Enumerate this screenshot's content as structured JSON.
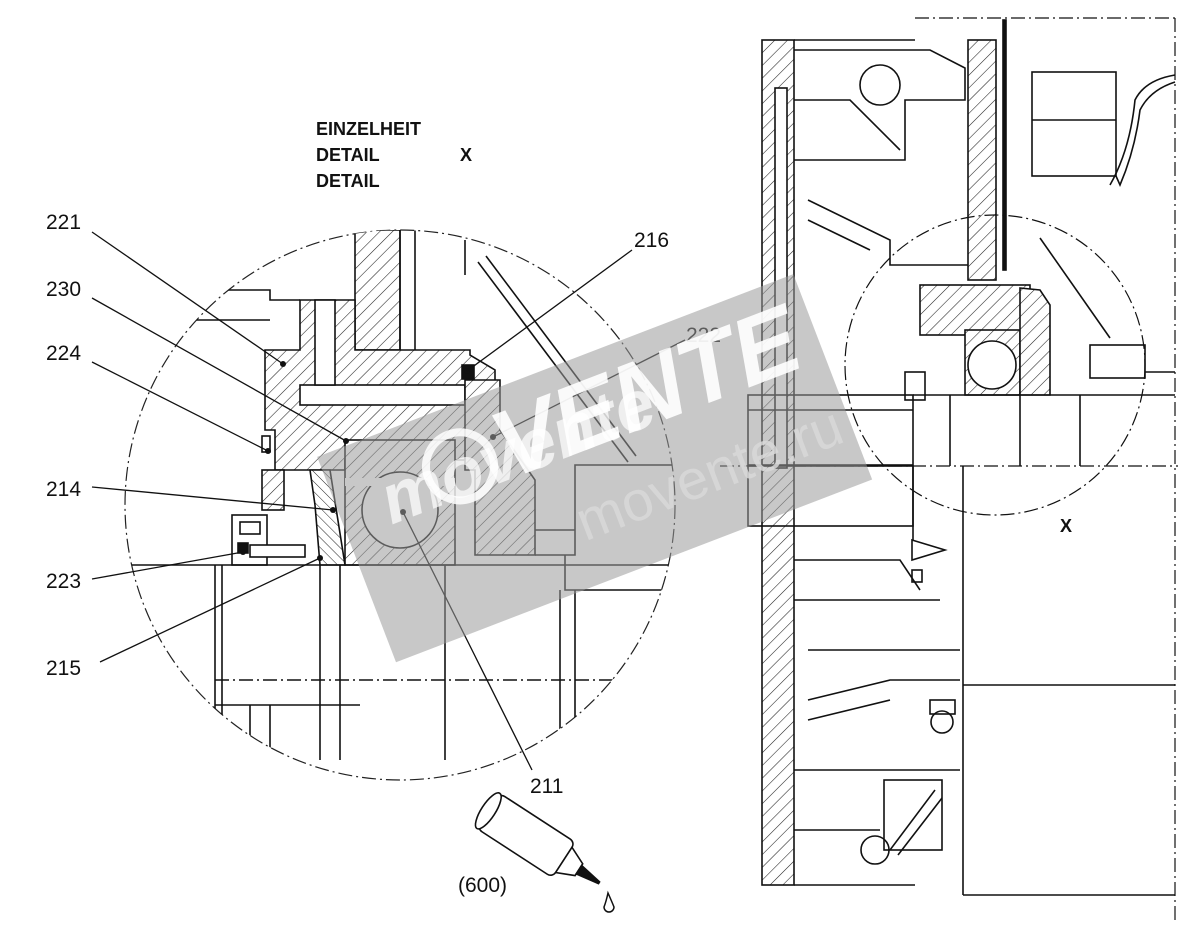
{
  "detail_title": {
    "line1": "EINZELHEIT",
    "line2": "DETAIL",
    "line3": "DETAIL",
    "marker": "X"
  },
  "detail_marker_main": "X",
  "callouts": {
    "c221": "221",
    "c230": "230",
    "c224": "224",
    "c214": "214",
    "c223": "223",
    "c215": "215",
    "c216": "216",
    "c222": "222",
    "c211": "211",
    "c600": "(600)"
  },
  "watermark": {
    "brand": "VENTE",
    "url": "movente.ru",
    "url2": "movente",
    "color": "#9a9a9a"
  },
  "icons": {
    "lubricant": "oil-tube-icon",
    "drop": "drop-icon"
  }
}
